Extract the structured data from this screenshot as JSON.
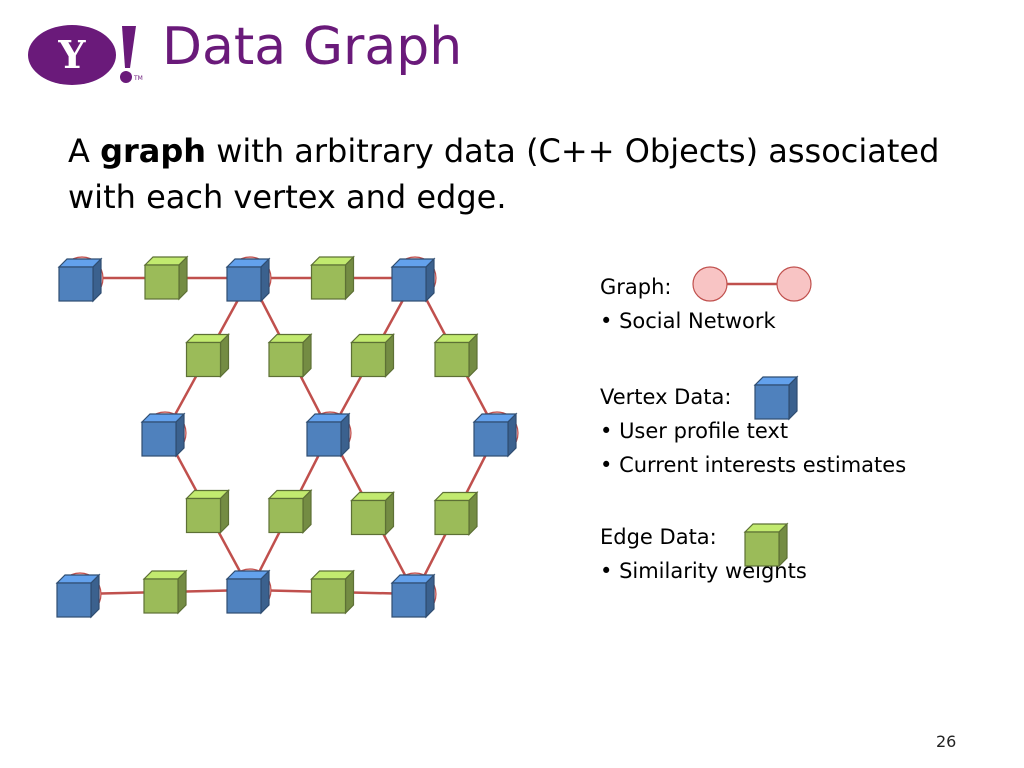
{
  "logo": {
    "text": "Y!",
    "trademark": "TM",
    "color": "#6a1a7a"
  },
  "title": "Data Graph",
  "lead": {
    "prefix": "A ",
    "bold": "graph",
    "suffix": " with arbitrary data (C++ Objects) associated with each vertex and edge."
  },
  "legend": {
    "graph_heading": "Graph:",
    "graph_items": [
      "Social Network"
    ],
    "vertex_heading": "Vertex Data:",
    "vertex_items": [
      "User profile text",
      "Current interests estimates"
    ],
    "edge_heading": "Edge Data:",
    "edge_items": [
      "Similarity weights"
    ]
  },
  "colors": {
    "edge_line": "#c0504d",
    "vertex_circle_fill": "#f8c4c4",
    "vertex_data_cube": "#4f81bd",
    "edge_data_cube": "#9bbb59"
  },
  "page_number": "26"
}
